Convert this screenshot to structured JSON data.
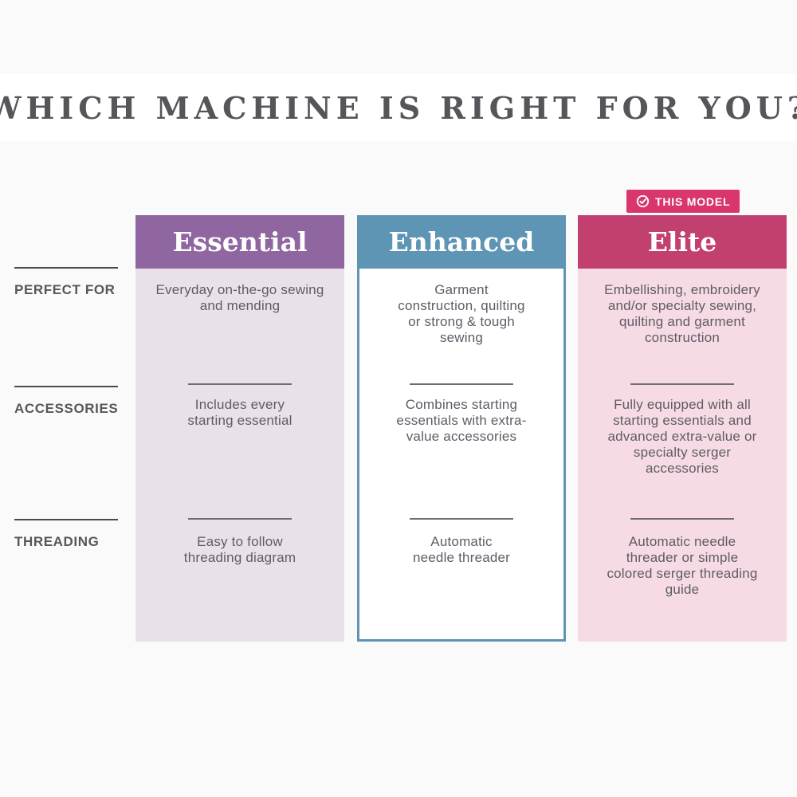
{
  "title": {
    "text": "WHICH MACHINE IS RIGHT FOR YOU?"
  },
  "badge": {
    "label": "THIS MODEL",
    "icon": "check-circle-icon",
    "color": "#d8366d"
  },
  "rows": [
    "PERFECT FOR",
    "ACCESSORIES",
    "THREADING"
  ],
  "columns": [
    {
      "name": "Essential",
      "header_color": "#8f66a0",
      "body_color": "#e8e1e9",
      "perfect_for": "Everyday on-the-go sewing and mending",
      "accessories": "Includes every starting essential",
      "threading": "Easy to follow threading diagram"
    },
    {
      "name": "Enhanced",
      "header_color": "#5e94b4",
      "body_color": "#ffffff",
      "border_color": "#5e94b4",
      "perfect_for": "Garment construction, quilting or strong & tough sewing",
      "accessories": "Combines starting essentials with extra-value accessories",
      "threading": "Automatic needle threader"
    },
    {
      "name": "Elite",
      "header_color": "#c2406f",
      "body_color": "#f6dbe4",
      "badge": "THIS MODEL",
      "perfect_for": "Embellishing, embroidery and/or specialty sewing, quilting and garment construction",
      "accessories": "Fully equipped with all starting essentials and advanced extra-value or specialty serger accessories",
      "threading": "Automatic needle threader or simple colored serger threading guide"
    }
  ],
  "chart_data": {
    "type": "table",
    "title": "WHICH MACHINE IS RIGHT FOR YOU?",
    "column_headers": [
      "Essential",
      "Enhanced",
      "Elite"
    ],
    "row_headers": [
      "PERFECT FOR",
      "ACCESSORIES",
      "THREADING"
    ],
    "cells": [
      [
        "Everyday on-the-go sewing and mending",
        "Garment construction, quilting or strong & tough sewing",
        "Embellishing, embroidery and/or specialty sewing, quilting and garment construction"
      ],
      [
        "Includes every starting essential",
        "Combines starting essentials with extra-value accessories",
        "Fully equipped with all starting essentials and advanced extra-value or specialty serger accessories"
      ],
      [
        "Easy to follow threading diagram",
        "Automatic needle threader",
        "Automatic needle threader or simple colored serger threading guide"
      ]
    ],
    "highlight": {
      "column": "Elite",
      "badge": "THIS MODEL"
    },
    "legend_position": "none",
    "grid": false
  }
}
